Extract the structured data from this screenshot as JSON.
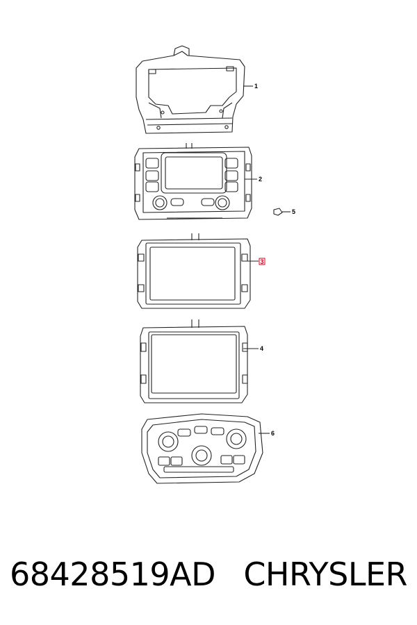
{
  "diagram": {
    "callouts": [
      {
        "id": "1",
        "label": "1"
      },
      {
        "id": "2",
        "label": "2"
      },
      {
        "id": "3",
        "label": "3"
      },
      {
        "id": "4",
        "label": "4"
      },
      {
        "id": "5",
        "label": "5"
      },
      {
        "id": "6",
        "label": "6"
      }
    ],
    "highlight_color": "#d0021b",
    "line_color": "#222222"
  },
  "footer": {
    "part_number": "68428519AD",
    "brand": "CHRYSLER"
  }
}
